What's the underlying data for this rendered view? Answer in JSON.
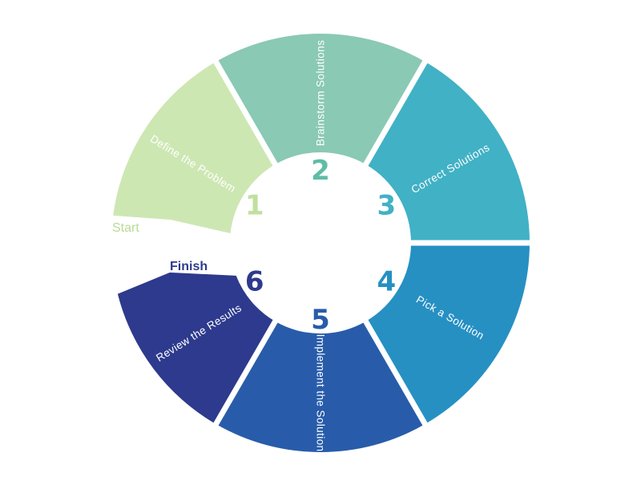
{
  "diagram": {
    "type": "circular-process-cycle",
    "start_label": "Start",
    "finish_label": "Finish",
    "start_color": "#b7dc94",
    "finish_color": "#2d3a8d",
    "separator_color": "#ffffff",
    "hub_color": "#ffffff",
    "segments": [
      {
        "number": "1",
        "label": "Define the Problem",
        "color": "#cde7b3",
        "number_color": "#c0e09e"
      },
      {
        "number": "2",
        "label": "Brainstorm Solutions",
        "color": "#8ac9b4",
        "number_color": "#5fbda6"
      },
      {
        "number": "3",
        "label": "Correct Solutions",
        "color": "#41b1c5",
        "number_color": "#41b1c5"
      },
      {
        "number": "4",
        "label": "Pick a Solution",
        "color": "#2690c3",
        "number_color": "#2690c3"
      },
      {
        "number": "5",
        "label": "Implement the Solution",
        "color": "#285caa",
        "number_color": "#285caa"
      },
      {
        "number": "6",
        "label": "Review the Results",
        "color": "#2d3a8d",
        "number_color": "#2d3a8d"
      }
    ]
  }
}
